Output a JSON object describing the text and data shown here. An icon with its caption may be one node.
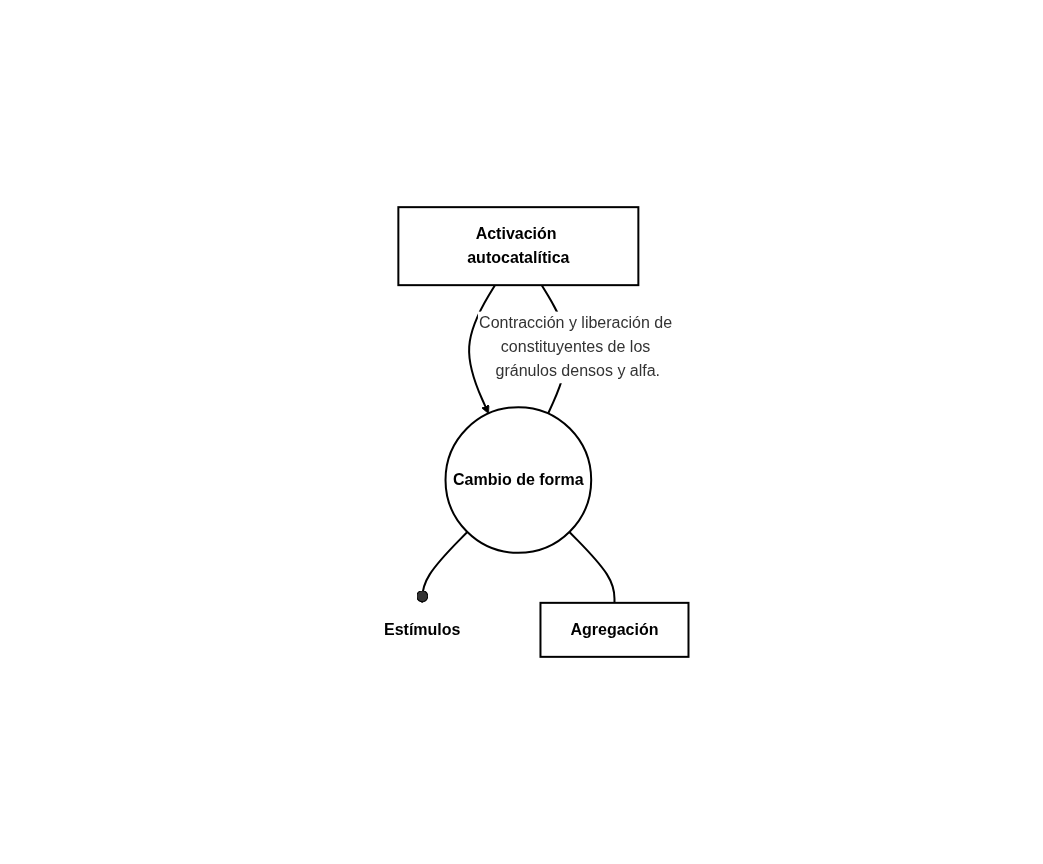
{
  "diagram": {
    "nodes": [
      {
        "text": [
          "Activación autocatalítica"
        ]
      },
      {
        "text": [
          "Cambio de forma"
        ]
      },
      {
        "text": [
          "Estímulos"
        ]
      },
      {
        "text": [
          "Agregación"
        ]
      }
    ],
    "edges": [
      {
        "from": 1,
        "to": 0,
        "arrow": "none",
        "label": "Contracción y liberación de constituyentes de los gránulos densos y alfa."
      },
      {
        "from": 0,
        "to": 1,
        "arrow": "to"
      },
      {
        "from": 1,
        "to": 2,
        "arrow": "other"
      },
      {
        "from": 1,
        "to": 3,
        "arrow": "none"
      }
    ]
  }
}
